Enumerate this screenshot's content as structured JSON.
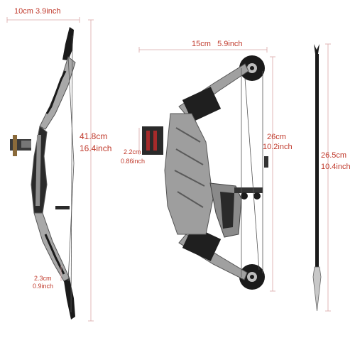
{
  "colors": {
    "dimension_red": "#c0392b",
    "metal_gray": "#9a9a9a",
    "dark_black": "#1a1a1a",
    "string_gray": "#555555",
    "background": "#ffffff"
  },
  "recurve_bow": {
    "width_cm": "10cm",
    "width_in": "3.9inch",
    "height_cm": "41.8cm",
    "height_in": "16.4inch",
    "grip_cm": "2.3cm",
    "grip_in": "0.9inch"
  },
  "compound_bow": {
    "width_cm": "15cm",
    "width_in": "5.9inch",
    "height_cm": "26cm",
    "height_in": "10.2inch",
    "quiver_cm": "2.2cm",
    "quiver_in": "0.86inch"
  },
  "arrow": {
    "length_cm": "26.5cm",
    "length_in": "10.4inch"
  }
}
